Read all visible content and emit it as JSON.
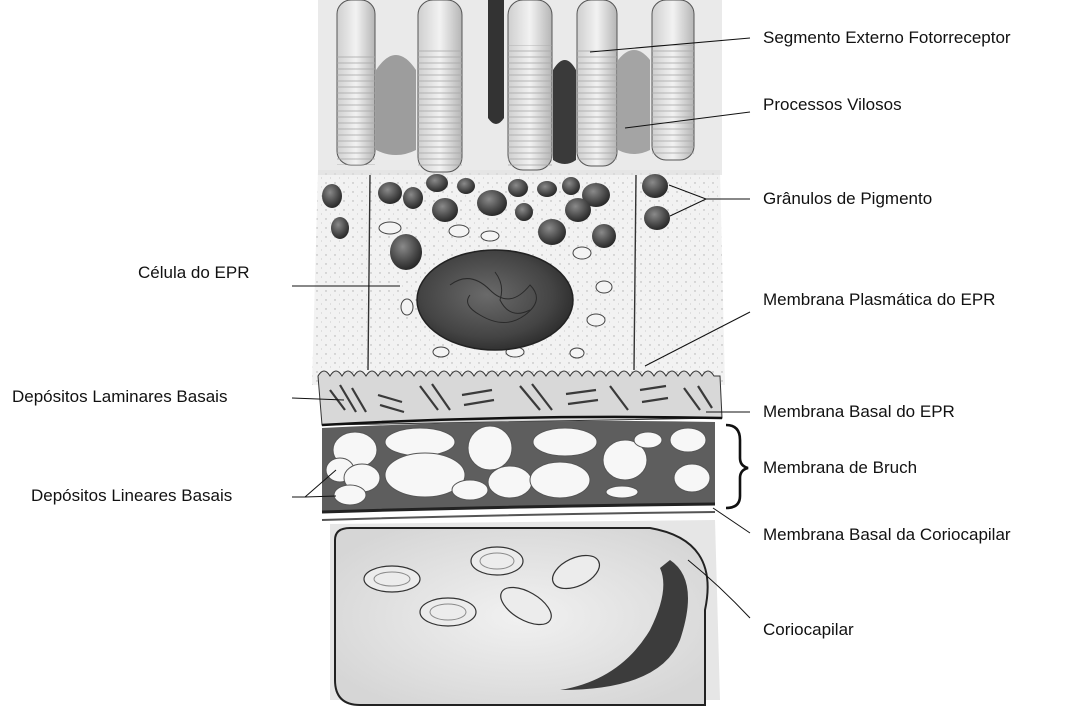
{
  "labels": {
    "segmento_externo": "Segmento Externo Fotorreceptor",
    "processos_vilosos": "Processos Vilosos",
    "granulos_pigmento": "Grânulos de Pigmento",
    "celula_epr": "Célula do EPR",
    "membrana_plasmatica": "Membrana Plasmática do EPR",
    "depositos_laminares": "Depósitos Laminares Basais",
    "membrana_basal_epr": "Membrana Basal do EPR",
    "membrana_bruch": "Membrana de Bruch",
    "depositos_lineares": "Depósitos Lineares Basais",
    "membrana_basal_corio": "Membrana Basal da Coriocapilar",
    "coriocapilar": "Coriocapilar"
  },
  "colors": {
    "ink": "#111111",
    "tissue_light": "#e9e9e9",
    "tissue_mid": "#9a9a9a",
    "tissue_dark": "#3f3f3f",
    "deposit_white": "#f7f7f7"
  }
}
